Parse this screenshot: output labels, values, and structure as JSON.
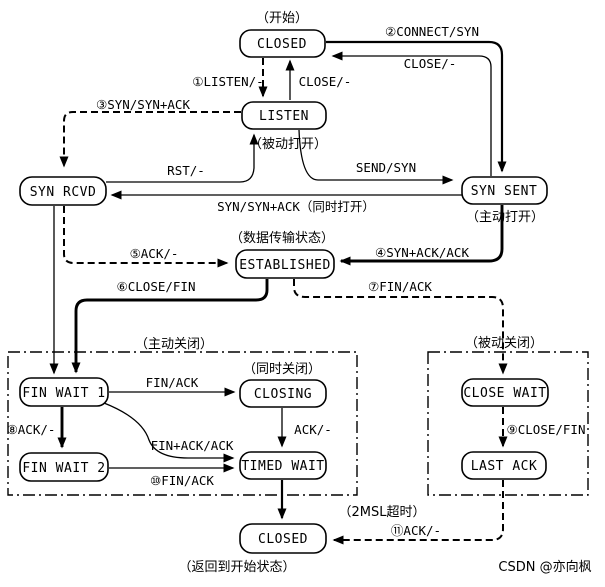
{
  "diagram": {
    "states": {
      "closed_top": "CLOSED",
      "listen": "LISTEN",
      "syn_rcvd": "SYN RCVD",
      "syn_sent": "SYN SENT",
      "established": "ESTABLISHED",
      "fin_wait_1": "FIN WAIT 1",
      "closing": "CLOSING",
      "fin_wait_2": "FIN WAIT 2",
      "timed_wait": "TIMED WAIT",
      "close_wait": "CLOSE WAIT",
      "last_ack": "LAST ACK",
      "closed_bottom": "CLOSED"
    },
    "notes": {
      "start": "（开始）",
      "passive_open": "（被动打开）",
      "active_open": "（主动打开）",
      "data_transfer": "（数据传输状态）",
      "active_close": "（主动关闭）",
      "simultaneous_close": "（同时关闭）",
      "passive_close": "（被动关闭）",
      "msl_timeout": "（2MSL超时）",
      "return_start": "（返回到开始状态）"
    },
    "transitions": {
      "t1": "①LISTEN/-",
      "close_mid": "CLOSE/-",
      "t2": "②CONNECT/SYN",
      "close_right": "CLOSE/-",
      "t3": "③SYN/SYN+ACK",
      "rst": "RST/-",
      "send_syn": "SEND/SYN",
      "simultaneous_open": "SYN/SYN+ACK（同时打开）",
      "t4": "④SYN+ACK/ACK",
      "t5": "⑤ACK/-",
      "t6": "⑥CLOSE/FIN",
      "t7": "⑦FIN/ACK",
      "fin_ack": "FIN/ACK",
      "t8": "⑧ACK/-",
      "fin_ack_ack": "FIN+ACK/ACK",
      "t9": "⑨CLOSE/FIN",
      "t10": "⑩FIN/ACK",
      "ack": "ACK/-",
      "t11": "⑪ACK/-"
    },
    "watermark": "CSDN @亦向枫",
    "colors": {
      "line": "#000000",
      "background": "#ffffff",
      "watermark": "#b9b9b9"
    }
  }
}
